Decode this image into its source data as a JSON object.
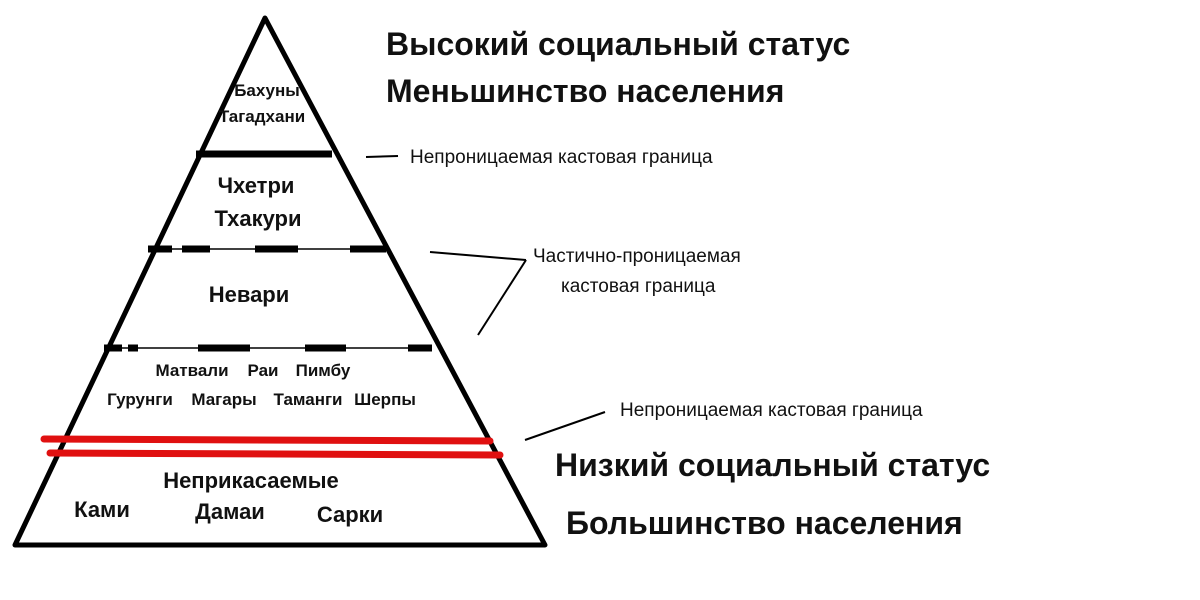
{
  "header": {
    "high_status": "Высокий социальный статус",
    "minority": "Меньшинство населения"
  },
  "footer": {
    "low_status": "Низкий социальный статус",
    "majority": "Большинство населения"
  },
  "boundaries": {
    "impermeable_top": "Непроницаемая кастовая граница",
    "partial_line1": "Частично-проницаемая",
    "partial_line2": "кастовая граница",
    "impermeable_bottom": "Непроницаемая кастовая граница"
  },
  "tiers": {
    "top": [
      "Бахуны",
      "Тагадхани"
    ],
    "second": [
      "Чхетри",
      "Тхакури"
    ],
    "third": "Невари",
    "fourth_row1": [
      "Матвали",
      "Раи",
      "Пимбу"
    ],
    "fourth_row2": [
      "Гурунги",
      "Магары",
      "Таманги",
      "Шерпы"
    ],
    "bottom_title": "Неприкасаемые",
    "bottom_row": [
      "Ками",
      "Дамаи",
      "Сарки"
    ]
  },
  "colors": {
    "outline": "#000000",
    "impermeable_red": "#e01010"
  }
}
